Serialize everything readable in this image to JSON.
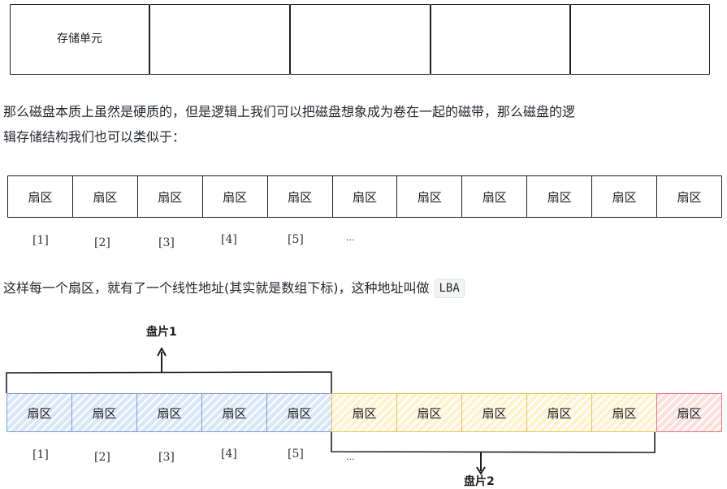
{
  "storage": {
    "cell_label": "存储单元",
    "cell_count": 5
  },
  "paragraphs": {
    "p1_line1": "那么磁盘本质上虽然是硬质的，但是逻辑上我们可以把磁盘想象成为卷在一起的磁带，那么磁盘的逻",
    "p1_line2": "辑存储结构我们也可以类似于：",
    "p2_text": "这样每一个扇区，就有了一个线性地址(其实就是数组下标)，这种地址叫做",
    "p2_code": "LBA"
  },
  "sector_row": {
    "sector_label": "扇区",
    "count": 11,
    "indices": [
      "[1]",
      "[2]",
      "[3]",
      "[4]",
      "[5]",
      "..."
    ]
  },
  "platter_diagram": {
    "platter1_label": "盘片1",
    "platter2_label": "盘片2",
    "sector_label": "扇区",
    "indices": [
      "[1]",
      "[2]",
      "[3]",
      "[4]",
      "[5]",
      "..."
    ],
    "colors": {
      "blue_fill": "#dbe6f7",
      "blue_stroke": "#7aa0d9",
      "yellow_fill": "#fdf3d3",
      "yellow_stroke": "#e6c45a",
      "red_fill": "#fbe0e0",
      "red_stroke": "#e07a7a"
    }
  }
}
